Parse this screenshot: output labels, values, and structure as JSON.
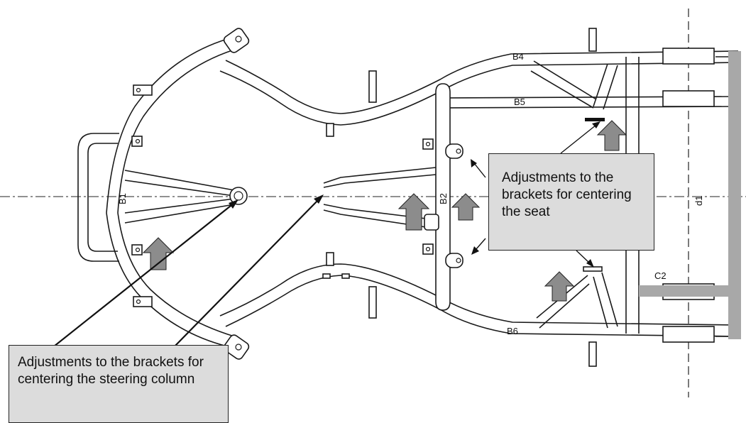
{
  "labels": {
    "b1": "B1",
    "b2": "B2",
    "b4": "B4",
    "b5": "B5",
    "b6": "B6",
    "c2": "C2",
    "d1": "d1"
  },
  "callouts": {
    "seat": "Adjustments to the brackets for centering the seat",
    "steering": "Adjustments to the brackets for centering the steering column"
  }
}
